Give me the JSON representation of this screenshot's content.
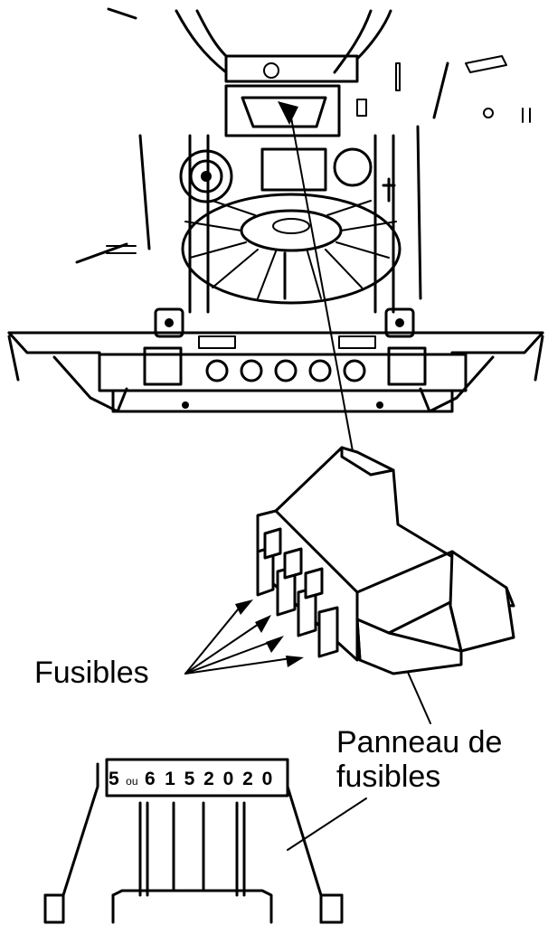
{
  "labels": {
    "fuses": "Fusibles",
    "fuse_panel_line1": "Panneau de",
    "fuse_panel_line2": "fusibles"
  },
  "part_number": {
    "digit_a": "5",
    "separator": "ou",
    "digit_b": "6",
    "rest": "1 5 2 0 2 0"
  },
  "icons": {
    "arrow": "arrowhead-icon",
    "fuse": "fuse-icon"
  },
  "colors": {
    "ink": "#000000",
    "paper": "#ffffff"
  }
}
